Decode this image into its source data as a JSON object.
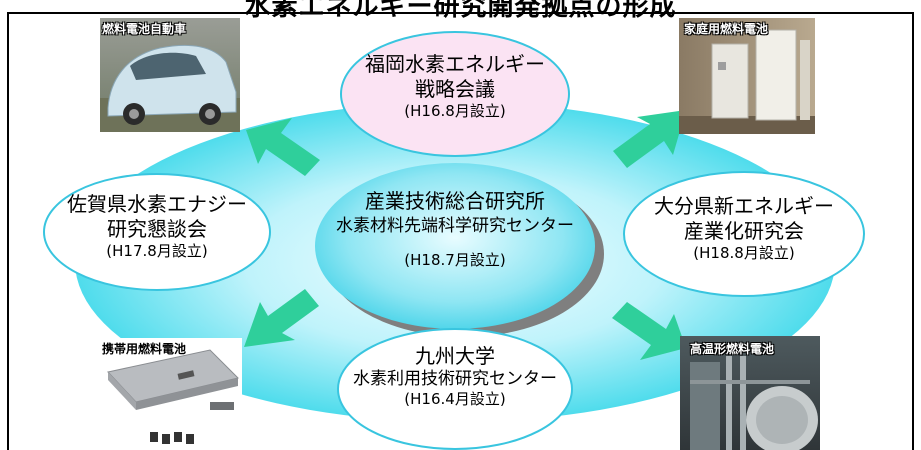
{
  "title": "水素エネルギー研究開発拠点の形成",
  "center": {
    "line1": "産業技術総合研究所",
    "line2": "水素材料先端科学研究センター",
    "line3": "(H18.7月設立)"
  },
  "nodes": {
    "top": {
      "line1": "福岡水素エネルギー",
      "line2": "戦略会議",
      "line3": "(H16.8月設立)"
    },
    "left": {
      "line1": "佐賀県水素エナジー",
      "line2": "研究懇談会",
      "line3": "(H17.8月設立)"
    },
    "right": {
      "line1": "大分県新エネルギー",
      "line2": "産業化研究会",
      "line3": "(H18.8月設立)"
    },
    "bottom": {
      "line1": "九州大学",
      "line2": "水素利用技術研究センター",
      "line3": "(H16.4月設立)"
    }
  },
  "photos": {
    "top_left": {
      "label": "燃料電池自動車"
    },
    "top_right": {
      "label": "家庭用燃料電池"
    },
    "bottom_left": {
      "label": "携帯用燃料電池"
    },
    "bottom_right": {
      "label": "高温形燃料電池"
    }
  },
  "colors": {
    "ring": "#5ce3f0",
    "ring_light": "#dffbff",
    "node_border": "#39c5df",
    "top_node_fill": "#fbe3f3",
    "arrow": "#2fcf9b",
    "center_shadow": "#7f7f7f"
  }
}
